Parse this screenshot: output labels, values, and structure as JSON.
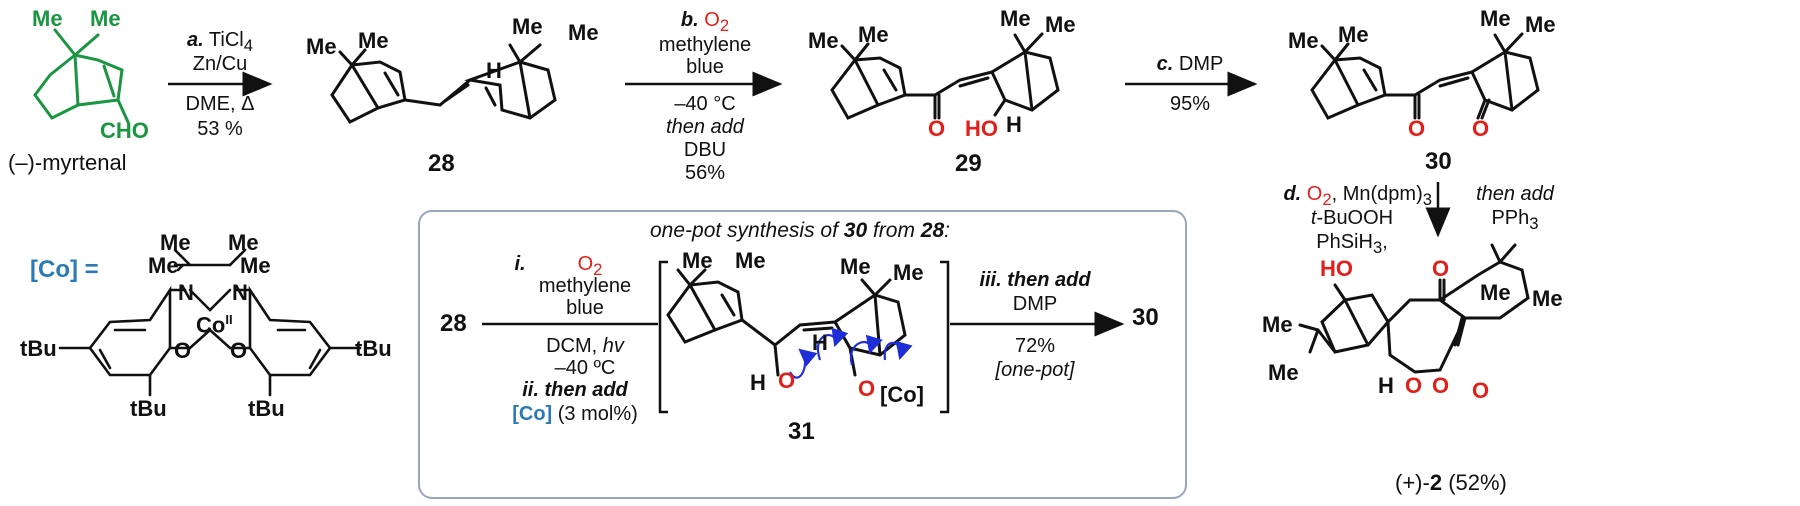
{
  "colors": {
    "accent_red": "#e0201b",
    "accent_green": "#1a9641",
    "accent_blue": "#2a7ab5",
    "arrow_blue": "#1f2fd8",
    "panel_grey": "#e6e8ec",
    "box_border": "#9aa6bd"
  },
  "start": {
    "name": "(–)-myrtenal",
    "cho": "CHO",
    "me1": "Me",
    "me2": "Me"
  },
  "step_a": {
    "letter": "a.",
    "reagent": "TiCl",
    "reagent_sub": "4",
    "line2": "Zn/Cu",
    "line3": "DME, Δ",
    "yield": "53 %"
  },
  "cmp28": {
    "label": "28",
    "me1": "Me",
    "me2": "Me",
    "me3": "Me",
    "me4": "Me",
    "h": "H"
  },
  "step_b": {
    "letter": "b.",
    "o2": "O",
    "o2_sub": "2",
    "line2": "methylene",
    "line3": "blue",
    "line4": "–40 °C",
    "line5": "then add",
    "line6": "DBU",
    "yield": "56%"
  },
  "cmp29": {
    "label": "29",
    "me1": "Me",
    "me2": "Me",
    "me3": "Me",
    "me4": "Me",
    "o": "O",
    "ho": "HO",
    "h": "H"
  },
  "step_c": {
    "letter": "c.",
    "reagent": "DMP",
    "yield": "95%"
  },
  "cmp30": {
    "label": "30",
    "me1": "Me",
    "me2": "Me",
    "me3": "Me",
    "me4": "Me",
    "o1": "O",
    "o2": "O"
  },
  "step_d": {
    "letter": "d.",
    "o2": "O",
    "o2_sub": "2",
    "mn": ", Mn(dpm)",
    "mn_sub": "3",
    "line2_t": "t",
    "line2": "-BuOOH",
    "line3": "PhSiH",
    "line3_sub": "3",
    "line3_end": ",",
    "then": "then add",
    "pph": "PPh",
    "pph_sub": "3"
  },
  "product": {
    "label_pre": "(+)-",
    "label_bold": "2",
    "label_post": " (52%)",
    "ho": "HO",
    "o1": "O",
    "o2": "O",
    "o3": "O",
    "o4": "O",
    "me1": "Me",
    "me2": "Me",
    "me3": "Me",
    "me4": "Me",
    "h": "H"
  },
  "catalyst": {
    "label": "[Co] =",
    "co": "Co",
    "co_sup": "II",
    "n1": "N",
    "n2": "N",
    "o1": "O",
    "o2": "O",
    "me1": "Me",
    "me2": "Me",
    "me3": "Me",
    "me4": "Me",
    "tbu1": "tBu",
    "tbu2": "tBu",
    "tbu3": "tBu",
    "tbu4": "tBu"
  },
  "onepot": {
    "title_pre": "one-pot synthesis of ",
    "title_b1": "30",
    "title_mid": " from ",
    "title_b2": "28",
    "title_end": ":",
    "start": "28",
    "end": "30",
    "step_i": "i.",
    "o2": "O",
    "o2_sub": "2",
    "i_line2": "methylene",
    "i_line3": "blue",
    "i_line4a": "DCM, ",
    "i_line4b": "hv",
    "i_line5": "–40 ºC",
    "step_ii": "ii. then add",
    "co": "[Co]",
    "co_amt": " (3 mol%)",
    "step_iii": "iii. then add",
    "iii_line2": "DMP",
    "iii_yield": "72%",
    "iii_note": "[one-pot]",
    "int_label": "31",
    "int_me1": "Me",
    "int_me2": "Me",
    "int_me3": "Me",
    "int_me4": "Me",
    "int_h1": "H",
    "int_h2": "H",
    "int_o1": "O",
    "int_o2": "O",
    "int_co": "[Co]"
  }
}
